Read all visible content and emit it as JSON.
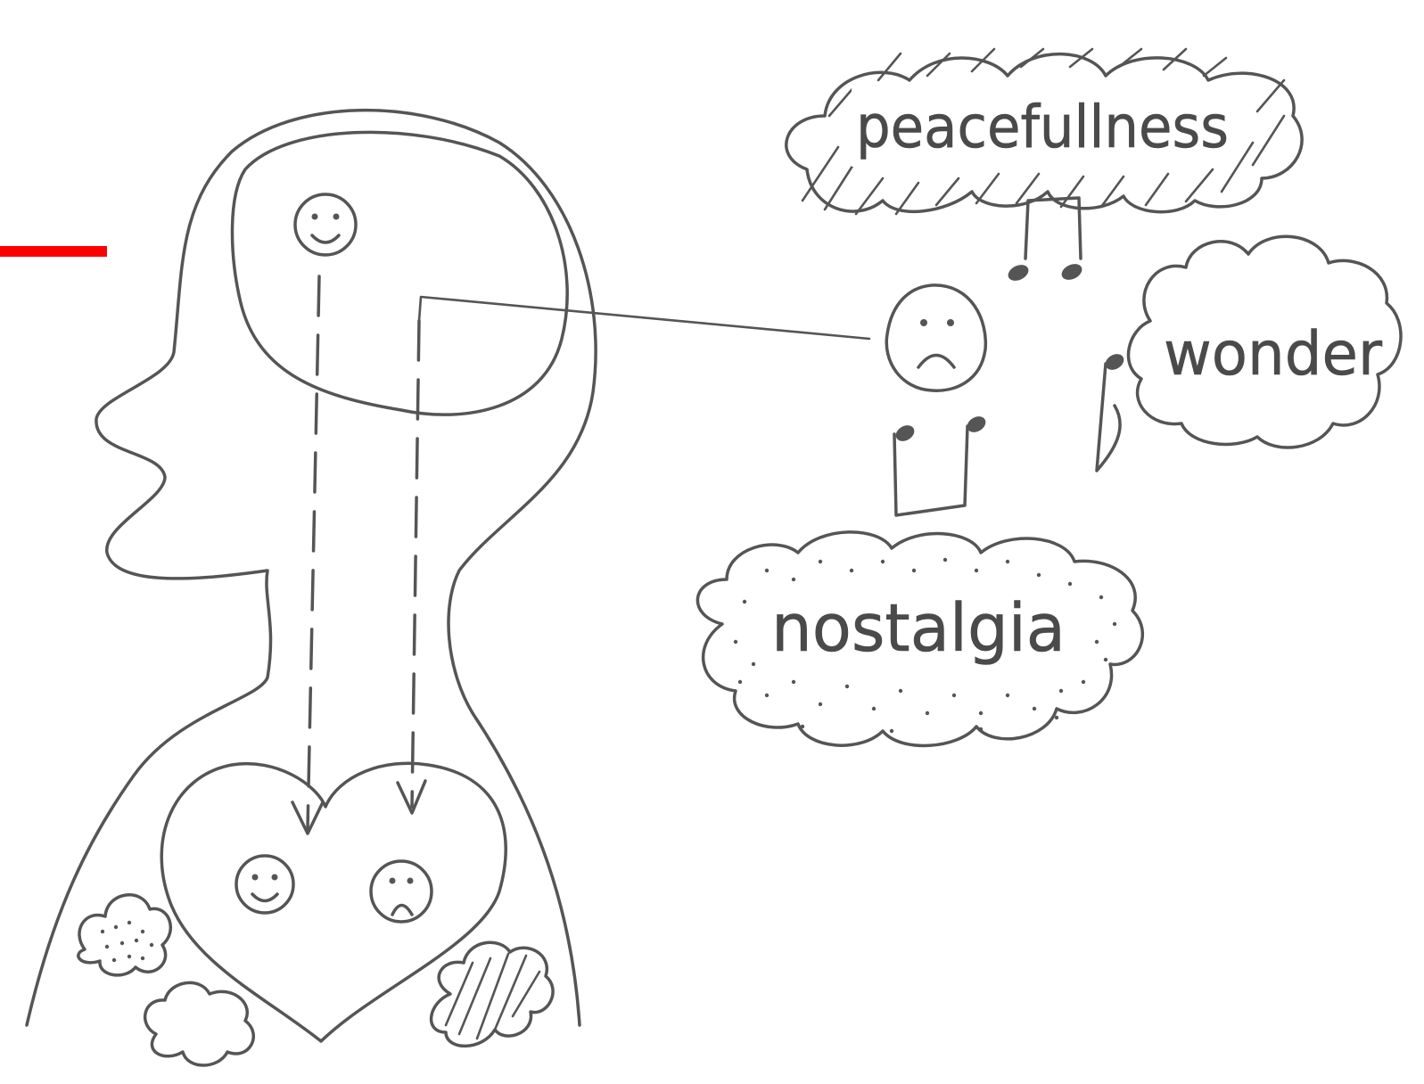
{
  "colors": {
    "ink": "#555555",
    "accent": "#ff0000",
    "background": "#ffffff"
  },
  "labels": {
    "peacefullness": "peacefullness",
    "wonder": "wonder",
    "nostalgia": "nostalgia"
  },
  "icons": {
    "head_happy": "smiley-face-icon",
    "external_sad": "sad-face-icon",
    "heart_happy": "smiley-face-icon",
    "heart_sad": "sad-face-icon",
    "music": "music-note-icon"
  }
}
